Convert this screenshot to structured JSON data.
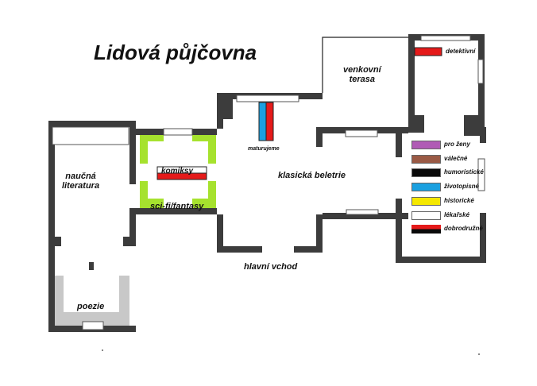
{
  "title": "Lidová půjčovna",
  "rooms": {
    "naucna": "naučná\nliteratura",
    "poezie": "poezie",
    "komiksy": "komiksy",
    "scifi": "sci-fi/fantasy",
    "maturujeme": "maturujeme",
    "klasicka": "klasická beletrie",
    "hlavni_vchod": "hlavní vchod",
    "venkovni_terasa": "venkovní\nterasa",
    "detektivni": "detektivní"
  },
  "legend": [
    {
      "label": "pro ženy",
      "colors": [
        "#b05bb5"
      ]
    },
    {
      "label": "válečné",
      "colors": [
        "#9a5a45"
      ]
    },
    {
      "label": "humoristické",
      "colors": [
        "#0a0a0a"
      ]
    },
    {
      "label": "životopisné",
      "colors": [
        "#1aa0e0"
      ]
    },
    {
      "label": "historické",
      "colors": [
        "#f5e800"
      ]
    },
    {
      "label": "lékařské",
      "colors": [
        "#ffffff"
      ]
    },
    {
      "label": "dobrodružné",
      "colors": [
        "#e51a1a",
        "#0a0a0a"
      ]
    }
  ],
  "colors": {
    "wall": "#3c3c3c",
    "scifi_area": "#a6e22e",
    "poezie_area": "#c8c8c8",
    "red": "#e51a1a",
    "blue": "#1aa0e0"
  }
}
